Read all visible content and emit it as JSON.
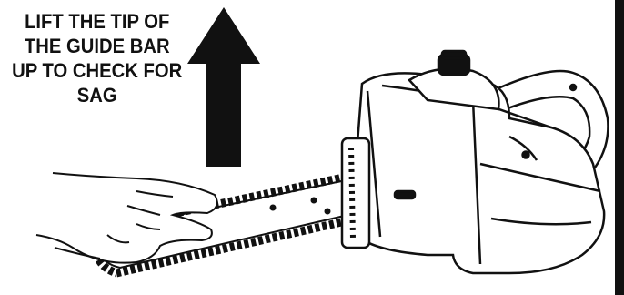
{
  "instruction": {
    "lines": [
      "LIFT THE TIP OF",
      "THE GUIDE BAR",
      "UP TO CHECK FOR",
      "SAG"
    ]
  },
  "icons": {
    "arrow": "up-arrow-icon",
    "chainsaw": "chainsaw-icon",
    "glove": "gloved-hand-icon"
  },
  "colors": {
    "ink": "#111111",
    "paper": "#ffffff"
  }
}
